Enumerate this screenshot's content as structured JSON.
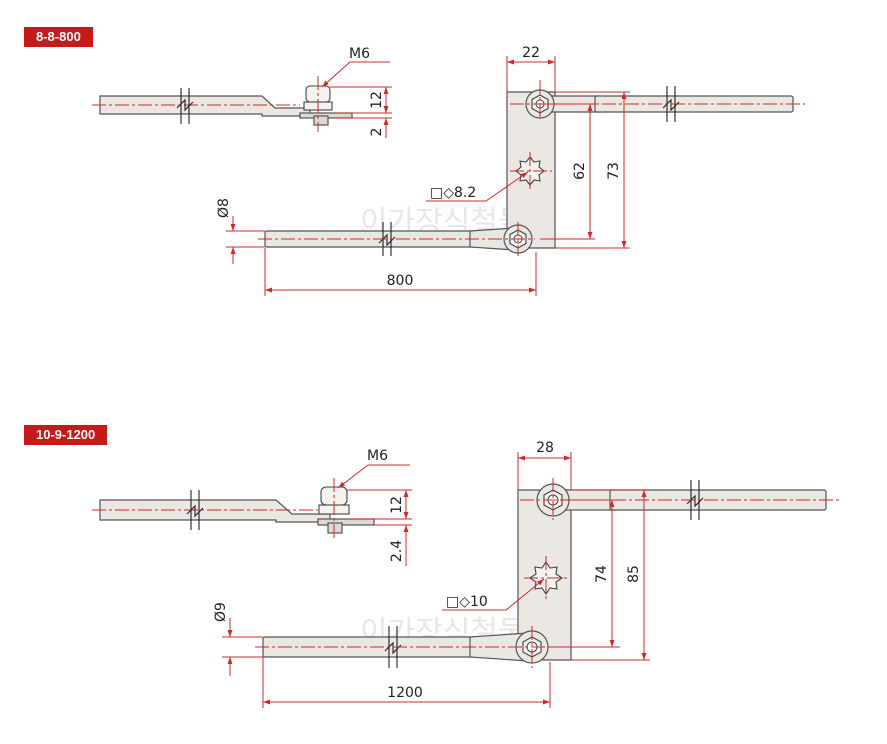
{
  "section1": {
    "model_label": "8-8-800",
    "thread_label": "M6",
    "dim_width": "22",
    "dim_bolt_height": "12",
    "dim_plate_thickness": "2",
    "dim_small_height": "62",
    "dim_large_height": "73",
    "square_label": "□◇8.2",
    "diameter_label": "Ø8",
    "length_label": "800"
  },
  "section2": {
    "model_label": "10-9-1200",
    "thread_label": "M6",
    "dim_width": "28",
    "dim_bolt_height": "12",
    "dim_plate_thickness": "2.4",
    "dim_small_height": "74",
    "dim_large_height": "85",
    "square_label": "□◇10",
    "diameter_label": "Ø9",
    "length_label": "1200"
  },
  "watermark": "이가장식철물",
  "colors": {
    "accent": "#c41a1a",
    "dimension": "#cc2a2a",
    "outline": "#555555"
  }
}
